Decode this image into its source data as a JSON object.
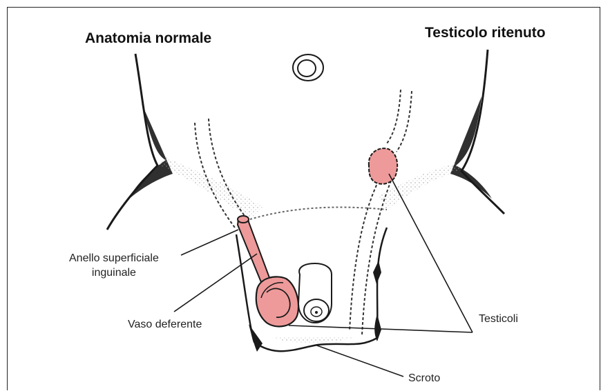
{
  "titles": {
    "left": "Anatomia normale",
    "right": "Testicolo ritenuto"
  },
  "labels": {
    "ring_line1": "Anello superficiale",
    "ring_line2": "inguinale",
    "vas": "Vaso deferente",
    "testes": "Testicoli",
    "scrotum": "Scroto"
  },
  "colors": {
    "testis": "#ee9a9a",
    "outline": "#1a1a1a"
  }
}
